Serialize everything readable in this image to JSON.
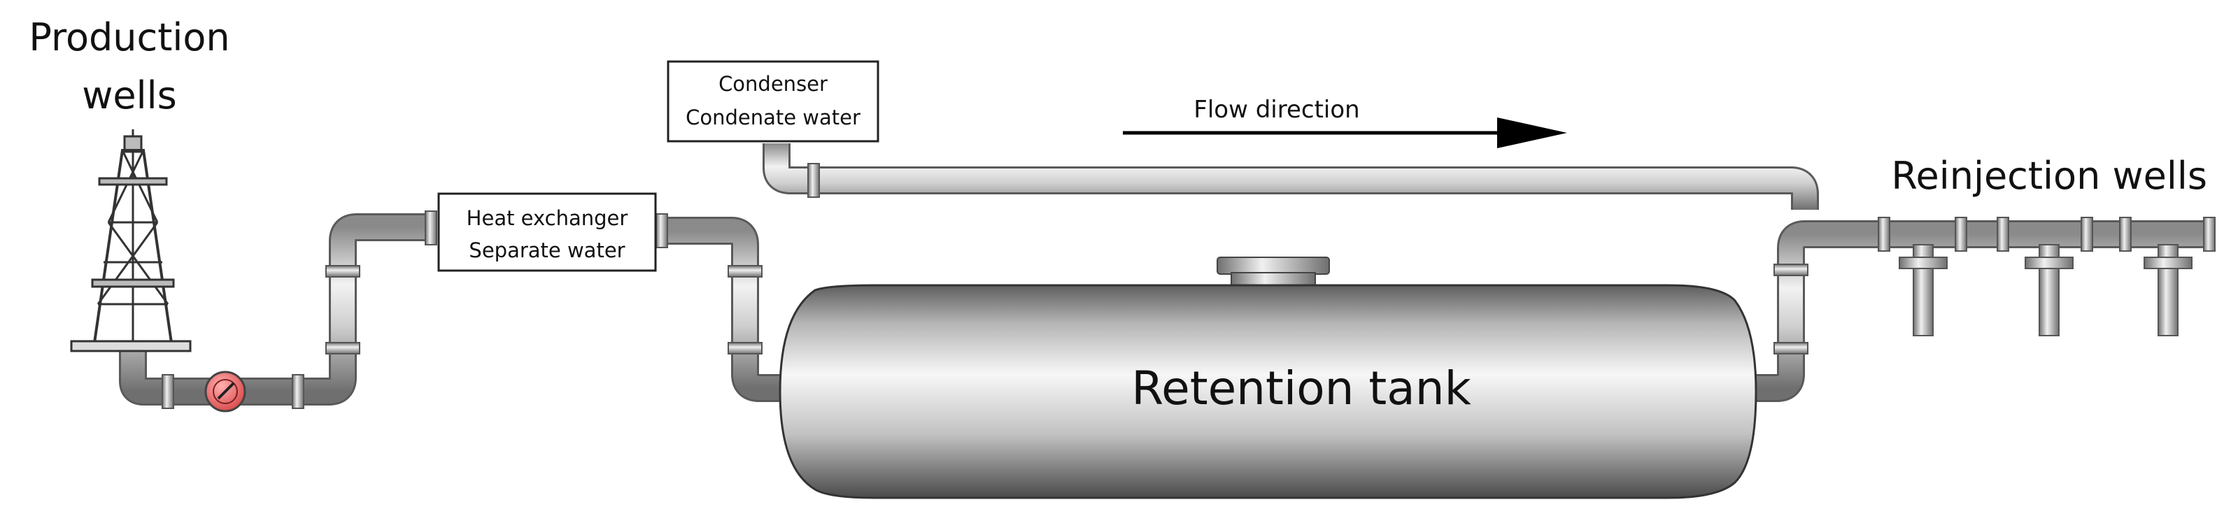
{
  "labels": {
    "production_wells_line1": "Production",
    "production_wells_line2": "wells",
    "reinjection_wells": "Reinjection wells",
    "heat_exchanger_line1": "Heat exchanger",
    "heat_exchanger_line2": "Separate water",
    "condenser_line1": "Condenser",
    "condenser_line2": "Condenate water",
    "flow_direction": "Flow direction",
    "retention_tank": "Retention tank"
  },
  "colors": {
    "pipe_light": "#e6e6e6",
    "pipe_dark": "#7a7a7a",
    "pump_red": "#f07070",
    "arrow": "#000000"
  },
  "icons": {
    "derrick": "oil-derrick-icon",
    "pump": "pump-gauge-icon",
    "arrow": "arrow-right-icon"
  }
}
